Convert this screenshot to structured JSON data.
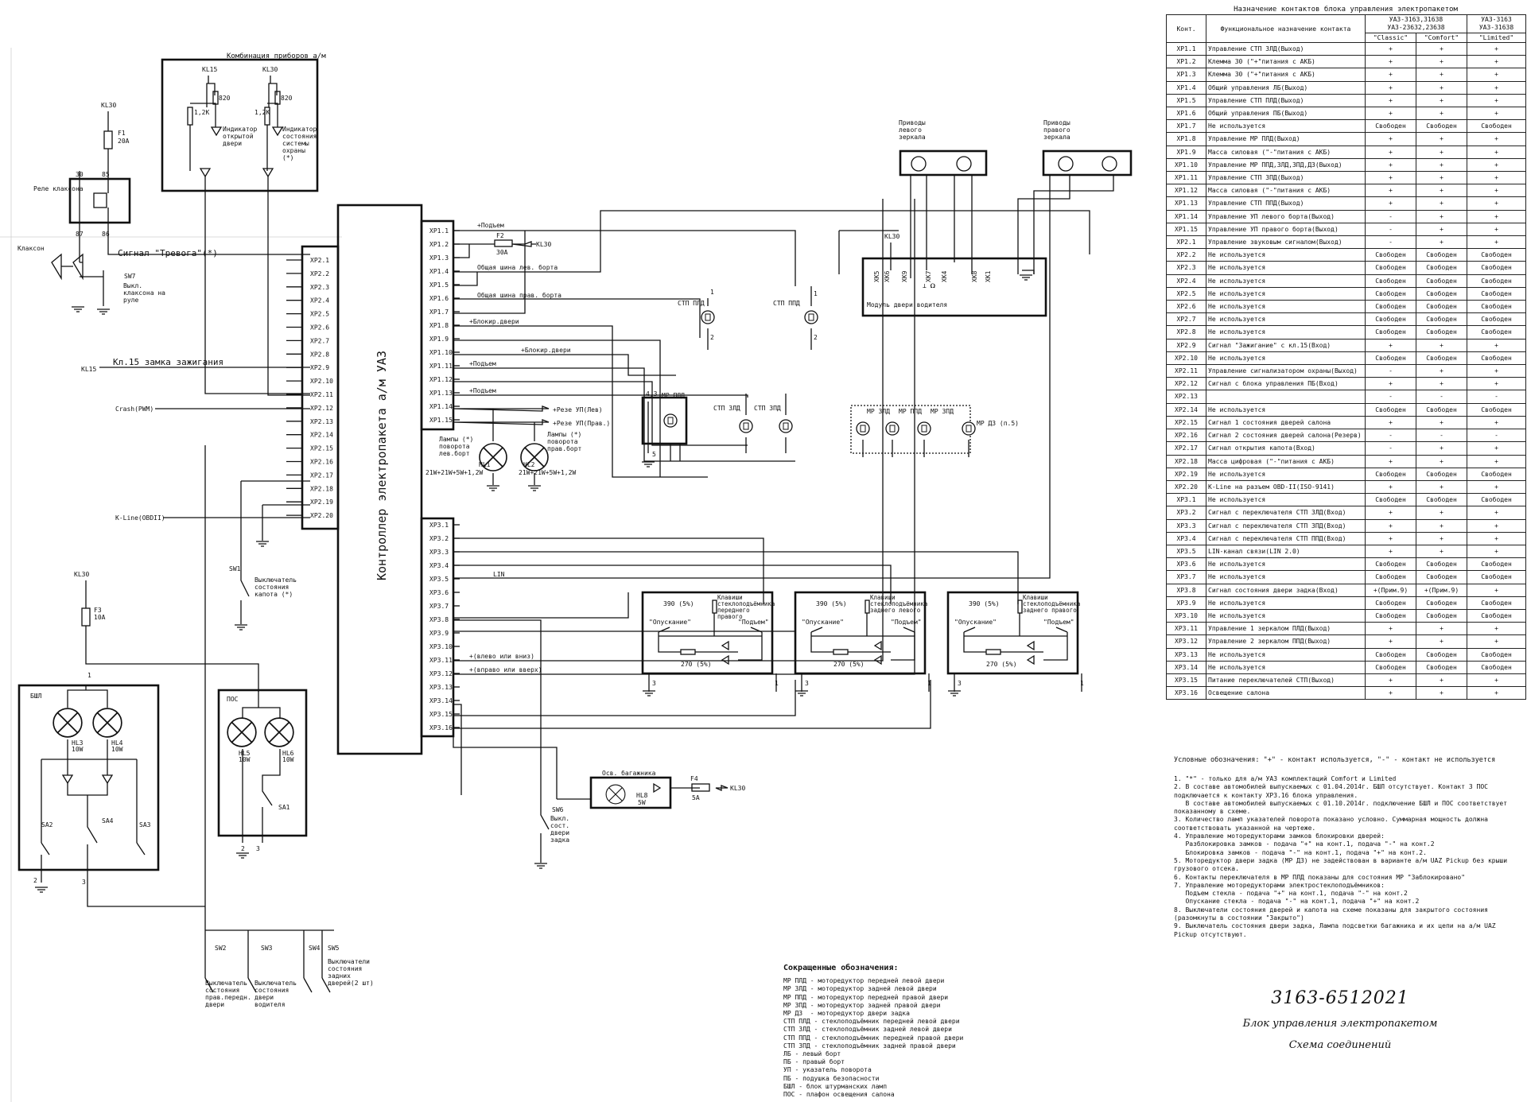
{
  "schematic": {
    "controller_label": "Контроллер электропакета а/м УАЗ",
    "instrument_cluster": "Комбинация приборов а/м",
    "cluster_kl15": "KL15",
    "cluster_kl30": "KL30",
    "r_820a": "820",
    "r_820b": "820",
    "r_12ka": "1,2K",
    "r_12kb": "1,2K",
    "ind_door": "Индикатор открытой двери",
    "ind_alarm": "Индикатор состояния системы охраны (*)",
    "kl30_top": "KL30",
    "fuse_f1": "F1",
    "fuse_f1_val": "20A",
    "relay_label": "Реле клаксона",
    "relay_30": "30",
    "relay_85": "85",
    "relay_87": "87",
    "relay_86": "86",
    "horn_label": "Клаксон",
    "alarm_signal": "Сигнал \"Тревога\"(*)",
    "sw7": "SW7",
    "sw7_desc": "Выкл. клаксона на руле",
    "kl15_label": "KL15",
    "kl15_wire": "Кл.15 замка зажигания",
    "crash_label": "Crash(PWM)",
    "kline_label": "K-Line(OBDII)",
    "sw1": "SW1",
    "sw1_desc": "Выключатель состояния капота (*)",
    "kl30_f3": "KL30",
    "fuse_f3": "F3",
    "fuse_f3_val": "10A",
    "bshl": "БШЛ",
    "hl3": "HL3",
    "hl3_w": "10W",
    "hl4": "HL4",
    "hl4_w": "10W",
    "sa2": "SA2",
    "sa4": "SA4",
    "sa3": "SA3",
    "pos": "ПОС",
    "hl5": "HL5",
    "hl5_w": "10W",
    "hl6": "HL6",
    "hl6_w": "10W",
    "sa1": "SA1",
    "sw2": "SW2",
    "sw2_desc": "Выключатель состояния прав.передн. двери",
    "sw3": "SW3",
    "sw3_desc": "Выключатель состояния двери водителя",
    "sw4": "SW4",
    "sw5": "SW5",
    "sw45_desc": "Выключатели состояния задних дверей(2 шт)",
    "pins_xp2": [
      "XP2.1",
      "XP2.2",
      "XP2.3",
      "XP2.4",
      "XP2.5",
      "XP2.6",
      "XP2.7",
      "XP2.8",
      "XP2.9",
      "XP2.10",
      "XP2.11",
      "XP2.12",
      "XP2.13",
      "XP2.14",
      "XP2.15",
      "XP2.16",
      "XP2.17",
      "XP2.18",
      "XP2.19",
      "XP2.20"
    ],
    "pins_xp1": [
      "XP1.1",
      "XP1.2",
      "XP1.3",
      "XP1.4",
      "XP1.5",
      "XP1.6",
      "XP1.7",
      "XP1.8",
      "XP1.9",
      "XP1.10",
      "XP1.11",
      "XP1.12",
      "XP1.13",
      "XP1.14",
      "XP1.15"
    ],
    "pins_xp3": [
      "XP3.1",
      "XP3.2",
      "XP3.3",
      "XP3.4",
      "XP3.5",
      "XP3.6",
      "XP3.7",
      "XP3.8",
      "XP3.9",
      "XP3.10",
      "XP3.11",
      "XP3.12",
      "XP3.13",
      "XP3.14",
      "XP3.15",
      "XP3.16"
    ],
    "podem1": "+Подъем",
    "fuse_f2": "F2",
    "fuse_f2_val": "30A",
    "kl30_f2": "KL30",
    "bus_left": "Общая шина лев. борта",
    "bus_right": "Общая шина прав. борта",
    "block_door": "+Блокир.двери",
    "block_door2": "+Блокир.двери",
    "podem2": "+Подъем",
    "podem3": "+Подъем",
    "rez_up_left": "+Резе УП(Лев)",
    "rez_up_right": "+Резе УП(Прав.)",
    "lamps_left": "Лампы (*) поворота лев.борт",
    "lamps_right": "Лампы (*) поворота прав.борт",
    "hl1": "HL1",
    "hl1_w": "21W+21W+5W+1,2W",
    "hl2": "HL2",
    "hl2_w": "21W+21W+5W+1,2W",
    "lin": "LIN",
    "left_down": "+(влево или вниз)",
    "right_up": "+(вправо или вверх)",
    "trunk_light": "Осв. багажника",
    "hl8": "HL8",
    "hl8_w": "5W",
    "fuse_f4": "F4",
    "fuse_f4_val": "5A",
    "kl30_f4": "KL30",
    "sw6": "SW6",
    "sw6_desc": "Выкл. сост. двери задка",
    "mirror_left": "Приводы левого зеркала",
    "mirror_right": "Приводы правого зеркала",
    "kl30_module": "KL30",
    "module_pins": [
      "XK5",
      "XK6",
      "XK9",
      "XK7",
      "XK4",
      "XK8",
      "XK1"
    ],
    "module_label": "Модуль двери водителя",
    "stp_pld_top": "СТП ПЛД",
    "stp_ppd_top": "СТП ППД",
    "mr_pld": "МР ПЛД",
    "stp_zld": "СТП ЗЛД",
    "stp_zpd": "СТП ЗПД",
    "mr_zld": "МР ЗЛД",
    "mr_ppd": "МР ППД",
    "mr_zpd": "МР ЗПД",
    "mr_dz": "МР ДЗ (п.5)",
    "kb1": "Клавиши стеклоподъёмника переднего правого",
    "kb2": "Клавиши стеклоподъёмника заднего левого",
    "kb3": "Клавиши стеклоподъёмника заднего правого",
    "r390": "390 (5%)",
    "r270": "270 (5%)",
    "down": "\"Опускание\"",
    "up": "\"Подъем\"",
    "n1": "1",
    "n2": "2",
    "n3": "3",
    "n4": "4",
    "n5": "5"
  },
  "table": {
    "title": "Назначение контактов блока управления электропакетом",
    "h_kont": "Конт.",
    "h_func": "Функциональное назначение контакта",
    "h_models1": "УАЗ-3163,31638 УАЗ-23632,23638",
    "h_models2": "УАЗ-3163 УАЗ-31638",
    "h_classic": "\"Classic\"",
    "h_comfort": "\"Comfort\"",
    "h_limited": "\"Limited\"",
    "rows": [
      [
        "XP1.1",
        "Управление СТП ЗЛД(Выход)",
        "+",
        "+",
        "+"
      ],
      [
        "XP1.2",
        "Клемма 30 (\"+\"питания с АКБ)",
        "+",
        "+",
        "+"
      ],
      [
        "XP1.3",
        "Клемма 30 (\"+\"питания с АКБ)",
        "+",
        "+",
        "+"
      ],
      [
        "XP1.4",
        "Общий управления ЛБ(Выход)",
        "+",
        "+",
        "+"
      ],
      [
        "XP1.5",
        "Управление СТП ПЛД(Выход)",
        "+",
        "+",
        "+"
      ],
      [
        "XP1.6",
        "Общий управления ПБ(Выход)",
        "+",
        "+",
        "+"
      ],
      [
        "XP1.7",
        "Не используется",
        "Свободен",
        "Свободен",
        "Свободен"
      ],
      [
        "XP1.8",
        "Управление МР ПЛД(Выход)",
        "+",
        "+",
        "+"
      ],
      [
        "XP1.9",
        "Масса силовая (\"-\"питания с АКБ)",
        "+",
        "+",
        "+"
      ],
      [
        "XP1.10",
        "Управление МР ППД,ЗЛД,ЗПД,ДЗ(Выход)",
        "+",
        "+",
        "+"
      ],
      [
        "XP1.11",
        "Управление СТП ЗПД(Выход)",
        "+",
        "+",
        "+"
      ],
      [
        "XP1.12",
        "Масса силовая (\"-\"питания с АКБ)",
        "+",
        "+",
        "+"
      ],
      [
        "XP1.13",
        "Управление СТП ППД(Выход)",
        "+",
        "+",
        "+"
      ],
      [
        "XP1.14",
        "Управление УП левого борта(Выход)",
        "-",
        "+",
        "+"
      ],
      [
        "XP1.15",
        "Управление УП правого борта(Выход)",
        "-",
        "+",
        "+"
      ],
      [
        "XP2.1",
        "Управление звуковым сигналом(Выход)",
        "-",
        "+",
        "+"
      ],
      [
        "XP2.2",
        "Не используется",
        "Свободен",
        "Свободен",
        "Свободен"
      ],
      [
        "XP2.3",
        "Не используется",
        "Свободен",
        "Свободен",
        "Свободен"
      ],
      [
        "XP2.4",
        "Не используется",
        "Свободен",
        "Свободен",
        "Свободен"
      ],
      [
        "XP2.5",
        "Не используется",
        "Свободен",
        "Свободен",
        "Свободен"
      ],
      [
        "XP2.6",
        "Не используется",
        "Свободен",
        "Свободен",
        "Свободен"
      ],
      [
        "XP2.7",
        "Не используется",
        "Свободен",
        "Свободен",
        "Свободен"
      ],
      [
        "XP2.8",
        "Не используется",
        "Свободен",
        "Свободен",
        "Свободен"
      ],
      [
        "XP2.9",
        "Сигнал \"Зажигание\" с кл.15(Вход)",
        "+",
        "+",
        "+"
      ],
      [
        "XP2.10",
        "Не используется",
        "Свободен",
        "Свободен",
        "Свободен"
      ],
      [
        "XP2.11",
        "Управление сигнализатором охраны(Выход)",
        "-",
        "+",
        "+"
      ],
      [
        "XP2.12",
        "Сигнал с блока управления ПБ(Вход)",
        "+",
        "+",
        "+"
      ],
      [
        "XP2.13",
        "",
        "-",
        "-",
        "-"
      ],
      [
        "XP2.14",
        "Не используется",
        "Свободен",
        "Свободен",
        "Свободен"
      ],
      [
        "XP2.15",
        "Сигнал 1 состояния дверей салона",
        "+",
        "+",
        "+"
      ],
      [
        "XP2.16",
        "Сигнал 2 состояния дверей салона(Резерв)",
        "-",
        "-",
        "-"
      ],
      [
        "XP2.17",
        "Сигнал открытия капота(Вход)",
        "-",
        "+",
        "+"
      ],
      [
        "XP2.18",
        "Масса цифровая (\"-\"питания с АКБ)",
        "+",
        "+",
        "+"
      ],
      [
        "XP2.19",
        "Не используется",
        "Свободен",
        "Свободен",
        "Свободен"
      ],
      [
        "XP2.20",
        "K-Line на разъем OBD-II(ISO-9141)",
        "+",
        "+",
        "+"
      ],
      [
        "XP3.1",
        "Не используется",
        "Свободен",
        "Свободен",
        "Свободен"
      ],
      [
        "XP3.2",
        "Сигнал с переключателя СТП ЗЛД(Вход)",
        "+",
        "+",
        "+"
      ],
      [
        "XP3.3",
        "Сигнал с переключателя СТП ЗПД(Вход)",
        "+",
        "+",
        "+"
      ],
      [
        "XP3.4",
        "Сигнал с переключателя СТП ППД(Вход)",
        "+",
        "+",
        "+"
      ],
      [
        "XP3.5",
        "LIN-канал связи(LIN 2.0)",
        "+",
        "+",
        "+"
      ],
      [
        "XP3.6",
        "Не используется",
        "Свободен",
        "Свободен",
        "Свободен"
      ],
      [
        "XP3.7",
        "Не используется",
        "Свободен",
        "Свободен",
        "Свободен"
      ],
      [
        "XP3.8",
        "Сигнал состояния двери задка(Вход)",
        "+(Прим.9)",
        "+(Прим.9)",
        "+"
      ],
      [
        "XP3.9",
        "Не используется",
        "Свободен",
        "Свободен",
        "Свободен"
      ],
      [
        "XP3.10",
        "Не используется",
        "Свободен",
        "Свободен",
        "Свободен"
      ],
      [
        "XP3.11",
        "Управление 1 зеркалом ПЛД(Выход)",
        "+",
        "+",
        "+"
      ],
      [
        "XP3.12",
        "Управление 2 зеркалом ППД(Выход)",
        "+",
        "+",
        "+"
      ],
      [
        "XP3.13",
        "Не используется",
        "Свободен",
        "Свободен",
        "Свободен"
      ],
      [
        "XP3.14",
        "Не используется",
        "Свободен",
        "Свободен",
        "Свободен"
      ],
      [
        "XP3.15",
        "Питание переключателей СТП(Выход)",
        "+",
        "+",
        "+"
      ],
      [
        "XP3.16",
        "Освещение салона",
        "+",
        "+",
        "+"
      ]
    ],
    "legend": "Условные обозначения: \"+\" - контакт используется, \"-\" - контакт не используется"
  },
  "notes": [
    "1. \"*\" - только для а/м УАЗ комплектаций Comfort и Limited",
    "2. В составе автомобилей выпускаемых с 01.04.2014г. БШЛ отсутствует. Контакт 3 ПОС подключается к контакту XP3.16 блока управления.\n   В составе автомобилей выпускаемых с 01.10.2014г. подключение БШЛ и ПОС соответствует показанному в схеме.",
    "3. Количество ламп указателей поворота показано условно. Суммарная мощность должна соответствовать указанной на чертеже.",
    "4. Управление моторедукторами замков блокировки дверей:\n   Разблокировка замков - подача \"+\" на конт.1, подача \"-\" на конт.2\n   Блокировка замков - подача \"-\" на конт.1, подача \"+\" на конт.2.",
    "5. Моторедуктор двери задка (МР ДЗ) не задействован в варианте а/м UAZ Pickup без крыши грузового отсека.",
    "6. Контакты переключателя в МР ПЛД показаны для состояния МР \"Заблокировано\"",
    "7. Управление моторедукторами электростеклоподъёмников:\n   Подъем стекла - подача \"+\" на конт.1, подача \"-\" на конт.2\n   Опускание стекла - подача \"-\" на конт.1, подача \"+\" на конт.2",
    "8. Выключатели состояния дверей и капота на схеме показаны для закрытого состояния (разомкнуты в состоянии \"Закрыто\")",
    "9. Выключатель состояния двери задка, Лампа подсветки багажника и их цепи на а/м UAZ Pickup отсутствуют."
  ],
  "abbreviations": {
    "title": "Сокращенные обозначения:",
    "items": [
      "МР ПЛД - моторедуктор передней левой двери",
      "МР ЗЛД - моторедуктор задней левой двери",
      "МР ППД - моторедуктор передней правой двери",
      "МР ЗПД - моторедуктор задней правой двери",
      "МР ДЗ  - моторедуктор двери задка",
      "СТП ПЛД - стеклоподъёмник передней левой двери",
      "СТП ЗЛД - стеклоподъёмник задней левой двери",
      "СТП ППД - стеклоподъёмник передней правой двери",
      "СТП ЗПД - стеклоподъёмник задней правой двери",
      "ЛБ - левый борт",
      "ПБ - правый борт",
      "УП - указатель поворота",
      "ПБ - подушка безопасности",
      "БШЛ - блок штурманских ламп",
      "ПОС - плафон освещения салона"
    ]
  },
  "title_block": {
    "code": "3163-6512021",
    "name": "Блок управления электропакетом",
    "type": "Схема соединений"
  }
}
